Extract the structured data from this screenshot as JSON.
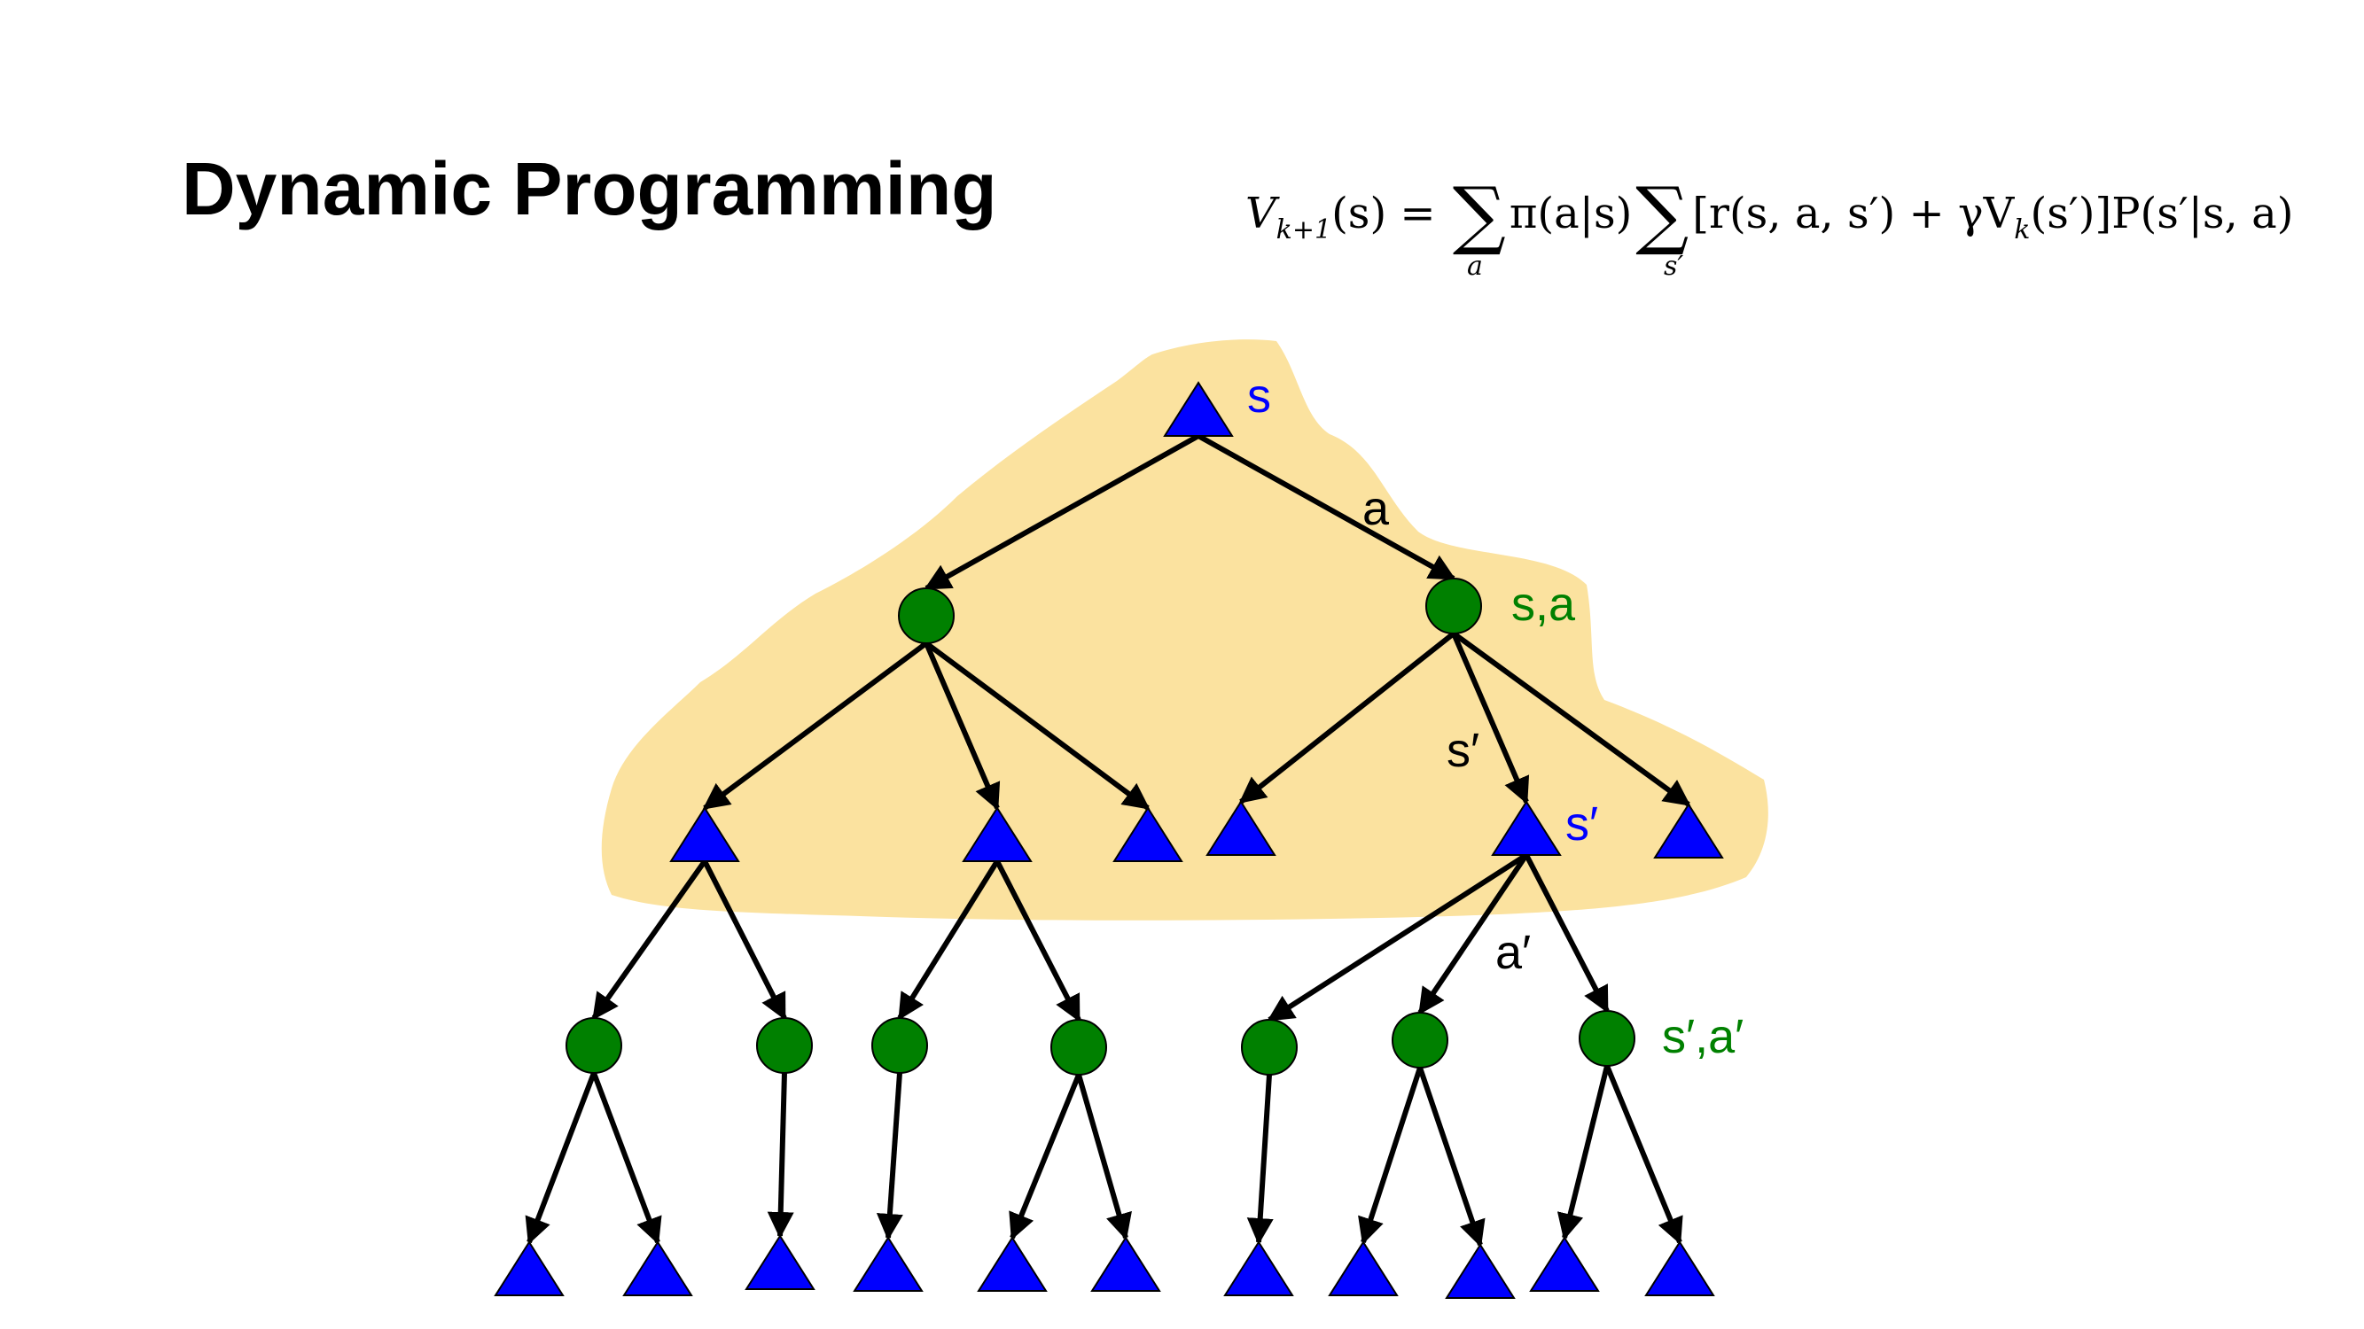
{
  "slide": {
    "title": "Dynamic Programming",
    "formula": {
      "lhs_v": "V",
      "lhs_sub": "k+1",
      "lhs_arg": "(s) = ",
      "pi_term": "π(a|s)",
      "bracket_term": "[r(s, a, s′) + γV",
      "bracket_sub": "k",
      "bracket_tail": "(s′)]P(s′|s, a)",
      "sum1_index": "a",
      "sum2_index": "s′"
    }
  },
  "diagram": {
    "colors": {
      "max_node": "#0000ff",
      "chance_node": "#008000",
      "highlight": "#fbe29f",
      "edge": "#000000"
    },
    "node_labels": {
      "root": "s",
      "chance": "s,a",
      "next_state": "s′",
      "next_chance": "s′,a′"
    },
    "edge_labels": {
      "action": "a",
      "transition": "s′",
      "next_action": "a′"
    }
  }
}
